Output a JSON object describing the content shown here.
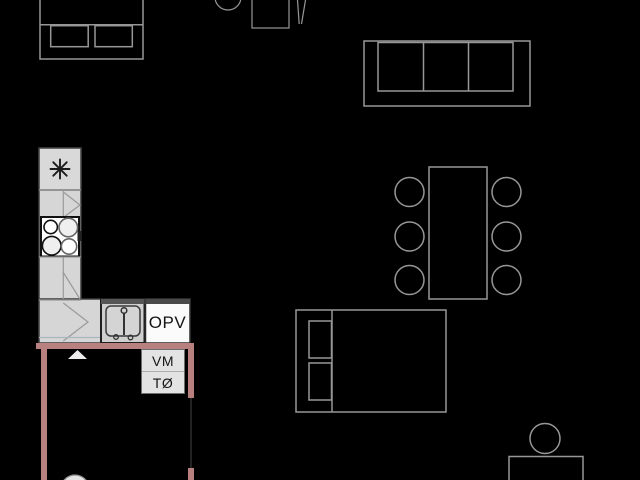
{
  "plan": {
    "type": "apartment-floor-plan",
    "labels": {
      "dishwasher": "OPV",
      "washing_machine": "VM",
      "dryer": "TØ"
    },
    "colors": {
      "background": "#000000",
      "wall_accent": "#b98080",
      "counter_fill": "#d6d6d6",
      "counter_border": "#3c3c3c",
      "line_gray": "#979797",
      "appliance_white": "#fbfbfb",
      "label_text": "#141414"
    },
    "icons": [
      "freezer-star-icon",
      "door-arrow-icon",
      "sink-faucet-icon",
      "stove-burner-icon"
    ],
    "furniture": [
      "double-bed-top-left",
      "desk-with-chair-top",
      "sofa-three-seat",
      "dining-table-six-chairs",
      "double-bed-bottom-right",
      "bathroom-vanity-bottom-right",
      "kitchen-l-counter",
      "toilet-partial-bottom-left"
    ]
  }
}
